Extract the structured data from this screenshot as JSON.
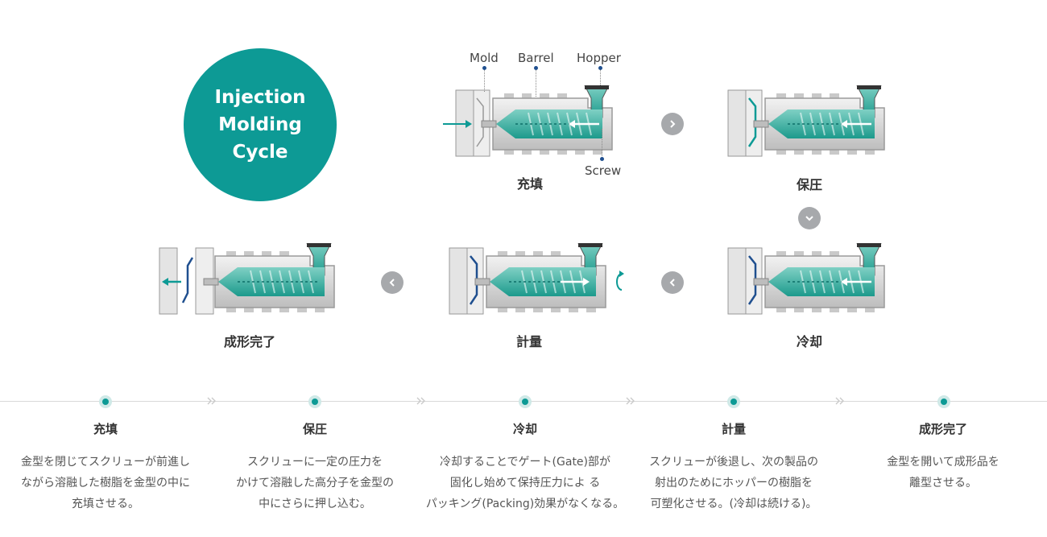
{
  "hero": {
    "title": "Injection\nMolding\nCycle"
  },
  "parts": {
    "mold": "Mold",
    "barrel": "Barrel",
    "hopper": "Hopper",
    "screw": "Screw"
  },
  "stages": [
    {
      "id": "filling",
      "label": "充填"
    },
    {
      "id": "pressure",
      "label": "保圧"
    },
    {
      "id": "cooling",
      "label": "冷却"
    },
    {
      "id": "metering",
      "label": "計量"
    },
    {
      "id": "ejection",
      "label": "成形完了"
    }
  ],
  "steps": [
    {
      "title": "充填",
      "desc": "金型を閉じてスクリューが前進し\nながら溶融した樹脂を金型の中に\n充填させる。"
    },
    {
      "title": "保圧",
      "desc": "スクリューに一定の圧力を\nかけて溶融した高分子を金型の\n中にさらに押し込む。"
    },
    {
      "title": "冷却",
      "desc": "冷却することでゲート(Gate)部が\n固化し始めて保持圧力によ る\nパッキング(Packing)効果がなくなる。"
    },
    {
      "title": "計量",
      "desc": "スクリューが後退し、次の製品の\n射出のためにホッパーの樹脂を\n可塑化させる。(冷却は続ける)。"
    },
    {
      "title": "成形完了",
      "desc": "金型を開いて成形品を\n離型させる。"
    }
  ],
  "colors": {
    "teal": "#0d9a95",
    "navy": "#1f4f8f",
    "gray": "#a7a9ac"
  },
  "icons": [
    "chevron-right-icon",
    "chevron-down-icon",
    "chevron-left-icon",
    "rotate-icon",
    "arrow-right-icon",
    "arrow-left-icon"
  ]
}
